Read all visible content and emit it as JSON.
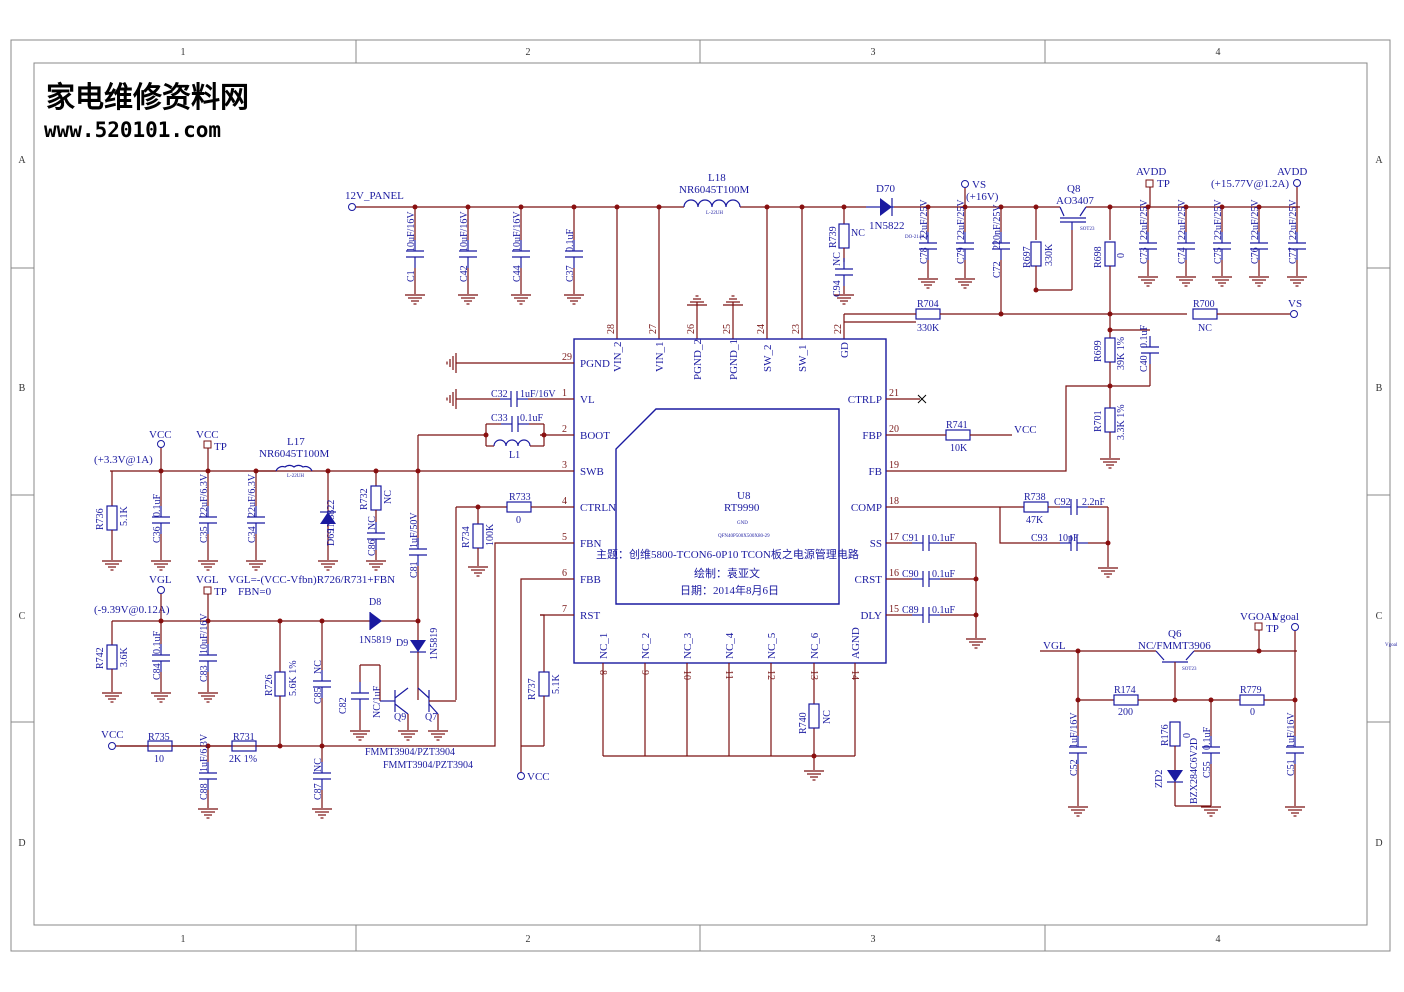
{
  "border": {
    "top_cols": [
      "1",
      "2",
      "3",
      "4"
    ],
    "bottom_cols": [
      "1",
      "2",
      "3",
      "4"
    ],
    "rows": [
      "A",
      "B",
      "C",
      "D"
    ]
  },
  "watermark": {
    "title": "家电维修资料网",
    "url": "www.520101.com"
  },
  "title_block": {
    "subject": "主题：创维5800-TCON6-0P10 TCON板之电源管理电路",
    "drawn": "绘制：袁亚文",
    "date": "日期：2014年8月6日"
  },
  "ic": {
    "ref": "U8",
    "part": "RT9990",
    "sub1": "GND",
    "sub2": "QFN40P500X500X80-29"
  },
  "ic_pins_left": [
    {
      "num": "29",
      "name": "PGND"
    },
    {
      "num": "1",
      "name": "VL"
    },
    {
      "num": "2",
      "name": "BOOT"
    },
    {
      "num": "3",
      "name": "SWB"
    },
    {
      "num": "4",
      "name": "CTRLN"
    },
    {
      "num": "5",
      "name": "FBN"
    },
    {
      "num": "6",
      "name": "FBB"
    },
    {
      "num": "7",
      "name": "RST"
    }
  ],
  "ic_pins_right": [
    {
      "num": "21",
      "name": "CTRLP"
    },
    {
      "num": "20",
      "name": "FBP"
    },
    {
      "num": "19",
      "name": "FB"
    },
    {
      "num": "18",
      "name": "COMP"
    },
    {
      "num": "17",
      "name": "SS"
    },
    {
      "num": "16",
      "name": "CRST"
    },
    {
      "num": "15",
      "name": "DLY"
    }
  ],
  "ic_pins_top": [
    {
      "num": "28",
      "name": "VIN_2"
    },
    {
      "num": "27",
      "name": "VIN_1"
    },
    {
      "num": "26",
      "name": "PGND_2"
    },
    {
      "num": "25",
      "name": "PGND_1"
    },
    {
      "num": "24",
      "name": "SW_2"
    },
    {
      "num": "23",
      "name": "SW_1"
    },
    {
      "num": "22",
      "name": "GD"
    }
  ],
  "ic_pins_bottom": [
    {
      "num": "8",
      "name": "NC_1"
    },
    {
      "num": "9",
      "name": "NC_2"
    },
    {
      "num": "10",
      "name": "NC_3"
    },
    {
      "num": "11",
      "name": "NC_4"
    },
    {
      "num": "12",
      "name": "NC_5"
    },
    {
      "num": "13",
      "name": "NC_6"
    },
    {
      "num": "14",
      "name": "AGND"
    }
  ],
  "nets": {
    "panel": "12V_PANEL",
    "vs_top": "VS",
    "vs_top_sub": "(+16V)",
    "avdd1": "AVDD",
    "tp": "TP",
    "avdd2": "AVDD",
    "avdd2_sub": "(+15.77V@1.2A)",
    "vs_right": "VS",
    "vcc": "VCC",
    "vcc_sub": "(+3.3V@1A)",
    "vgl": "VGL",
    "vgl_sub": "(-9.39V@0.12A)",
    "vgl_formula": "VGL=-(VCC-Vfbn)R726/R731+FBN",
    "fbn": "FBN=0",
    "vgoal": "VGOAL",
    "vgoal2": "Vgoal",
    "vgl_r": "VGL",
    "vgoal_small": "Vgoal"
  },
  "components": {
    "L18": "L18",
    "L18v": "NR6045T100M",
    "L18s": "L-22UH",
    "D70": "D70",
    "D70v": "1N5822",
    "D70s": "DO-214AA",
    "Q8": "Q8",
    "Q8v": "AO3407",
    "Q8s": "SOT23",
    "C1": "C1",
    "C1v": "10uF/16V",
    "C42": "C42",
    "C42v": "10uF/16V",
    "C44": "C44",
    "C44v": "10uF/16V",
    "C37": "C37",
    "C37v": "0.1uF",
    "R739": "R739",
    "R739v": "NC",
    "C94": "C94",
    "C94v": "NC",
    "C78": "C78",
    "C78v": "22uF/25V",
    "C79": "C79",
    "C79v": "22uF/25V",
    "C72": "C72",
    "C72v": "220nF/25V",
    "R697": "R697",
    "R697v": "330K",
    "R698": "R698",
    "R698v": "0",
    "C73": "C73",
    "C73v": "22uF/25V",
    "C74": "C74",
    "C74v": "22uF/25V",
    "C75": "C75",
    "C75v": "22uF/25V",
    "C76": "C76",
    "C76v": "22uF/25V",
    "C77": "C77",
    "C77v": "22uF/25V",
    "R704": "R704",
    "R704v": "330K",
    "R700": "R700",
    "R700v": "NC",
    "R699": "R699",
    "R699v": "39K 1%",
    "C40": "C40",
    "C40v": "0.1uF",
    "R701": "R701",
    "R701v": "3.3K 1%",
    "C32": "C32",
    "C32v": "1uF/16V",
    "C33": "C33",
    "C33v": "0.1uF",
    "L1": "L1",
    "L17": "L17",
    "L17v": "NR6045T100M",
    "L17s": "L-22UH",
    "D69": "D69",
    "D69v": "1N5822",
    "R732": "R732",
    "R732v": "NC",
    "C86": "C86",
    "C86v": "NC",
    "C81": "C81",
    "C81v": "1uF/50V",
    "R736": "R736",
    "R736v": "5.1K",
    "C36": "C36",
    "C36v": "0.1uF",
    "C35": "C35",
    "C35v": "22uF/6.3V",
    "C34": "C34",
    "C34v": "22uF/6.3V",
    "R733": "R733",
    "R733v": "0",
    "R734": "R734",
    "R734v": "100K",
    "D8": "D8",
    "D8v": "1N5819",
    "D9": "D9",
    "D9v": "1N5819",
    "R742": "R742",
    "R742v": "3.6K",
    "C84": "C84",
    "C84v": "0.1uF",
    "C83": "C83",
    "C83v": "10uF/16V",
    "R726": "R726",
    "R726v": "5.6K 1%",
    "C85": "C85",
    "C85v": "NC",
    "C82": "C82",
    "C82v": "NC/1uF",
    "Q9": "Q9",
    "Q7": "Q7",
    "Qv1": "FMMT3904/PZT3904",
    "Qv2": "FMMT3904/PZT3904",
    "R735": "R735",
    "R735v": "10",
    "C88": "C88",
    "C88v": "1uF/6.3V",
    "R731": "R731",
    "R731v": "2K 1%",
    "C87": "C87",
    "C87v": "NC",
    "R737": "R737",
    "R737v": "5.1K",
    "R740": "R740",
    "R740v": "NC",
    "R741": "R741",
    "R741v": "10K",
    "R738": "R738",
    "R738v": "47K",
    "C92": "C92",
    "C92v": "2.2nF",
    "C93": "C93",
    "C93v": "10pF",
    "C91": "C91",
    "C91v": "0.1uF",
    "C90": "C90",
    "C90v": "0.1uF",
    "C89": "C89",
    "C89v": "0.1uF",
    "Q6": "Q6",
    "Q6v": "NC/FMMT3906",
    "Q6s": "SOT23",
    "R174": "R174",
    "R174v": "200",
    "R176": "R176",
    "R176v": "0",
    "R779": "R779",
    "R779v": "0",
    "C52": "C52",
    "C52v": "1uF/16V",
    "C55": "C55",
    "C55v": "0.1uF",
    "C51": "C51",
    "C51v": "1uF/16V",
    "ZD2": "ZD2",
    "ZD2v": "BZX284C6V2D"
  }
}
